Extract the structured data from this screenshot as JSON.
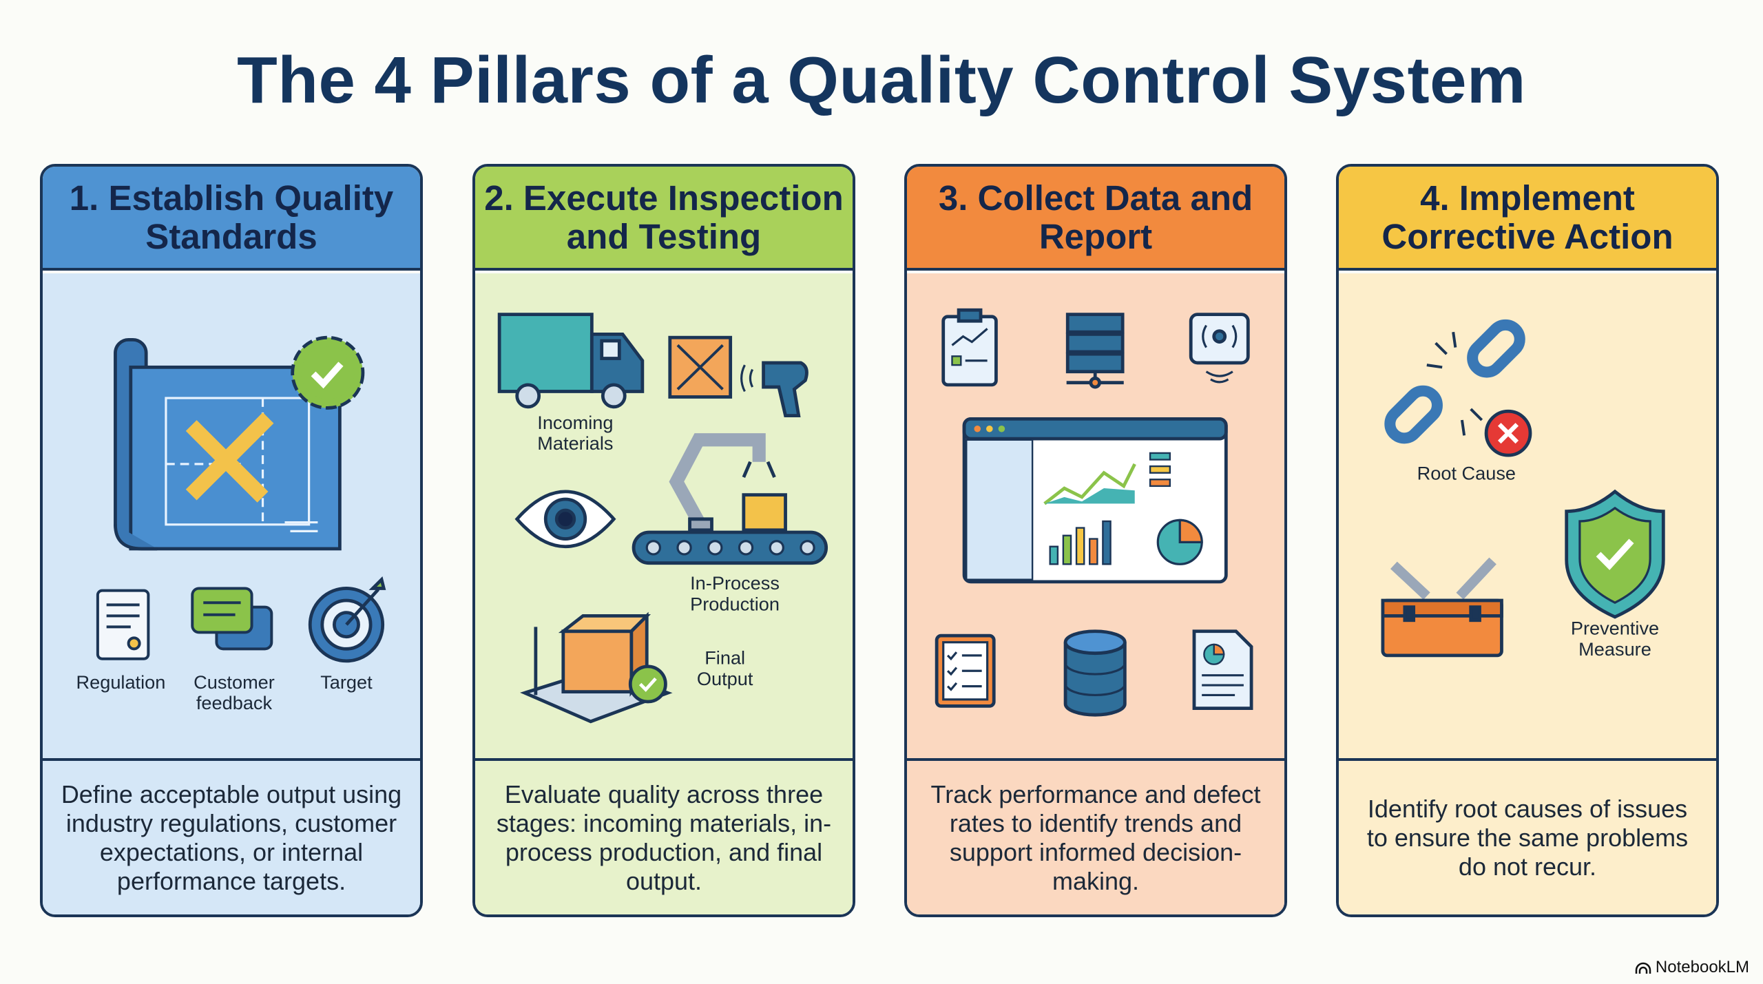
{
  "title": "The 4 Pillars of a Quality Control System",
  "pillars": [
    {
      "heading": "1. Establish Quality Standards",
      "labels": {
        "regulation": "Regulation",
        "customer_1": "Customer",
        "customer_2": "feedback",
        "target": "Target"
      },
      "description": "Define acceptable output using industry regulations, customer expectations, or internal performance targets.",
      "colors": {
        "header": "#4f93d2",
        "body": "#d5e7f7"
      }
    },
    {
      "heading": "2. Execute Inspection and Testing",
      "labels": {
        "incoming_1": "Incoming",
        "incoming_2": "Materials",
        "process_1": "In-Process",
        "process_2": "Production",
        "final_1": "Final",
        "final_2": "Output"
      },
      "description": "Evaluate quality across three stages: incoming materials, in-process production, and final output.",
      "colors": {
        "header": "#a9d15a",
        "body": "#e7f2cb"
      }
    },
    {
      "heading": "3. Collect Data and Report",
      "labels": {},
      "description": "Track performance and defect rates to identify trends and support informed decision-making.",
      "colors": {
        "header": "#f28a3e",
        "body": "#fbd8c0"
      }
    },
    {
      "heading": "4. Implement Corrective Action",
      "labels": {
        "root_cause": "Root Cause",
        "preventive_1": "Preventive",
        "preventive_2": "Measure"
      },
      "description": "Identify root causes of issues to ensure the same problems do not recur.",
      "colors": {
        "header": "#f6c644",
        "body": "#fdeecb"
      }
    }
  ],
  "brand": "NotebookLM"
}
